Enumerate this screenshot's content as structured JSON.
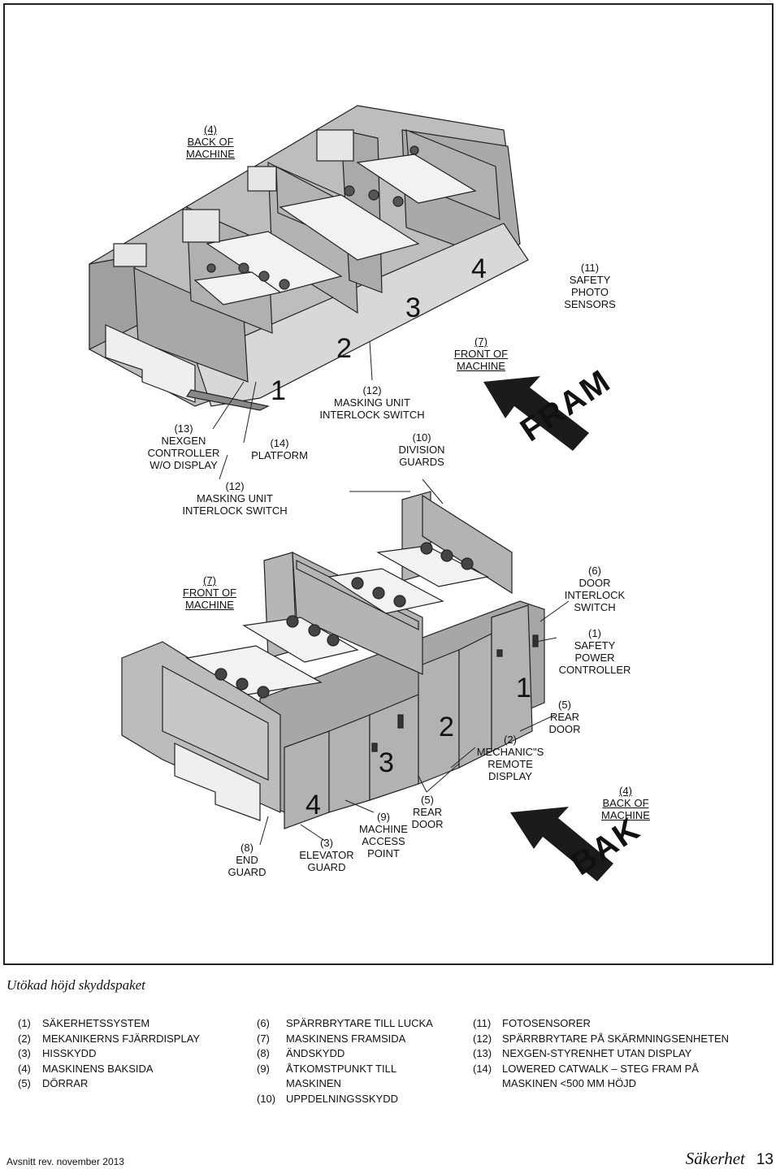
{
  "callouts": {
    "top_back": "(4)\nBACK OF\nMACHINE",
    "top_safety_photo": "(11)\nSAFETY\nPHOTO\nSENSORS",
    "top_front": "(7)\nFRONT OF\nMACHINE",
    "top_masking_switch_a": "(12)\nMASKING UNIT\nINTERLOCK SWITCH",
    "top_nexgen": "(13)\nNEXGEN\nCONTROLLER\nW/O DISPLAY",
    "top_platform": "(14)\nPLATFORM",
    "top_division": "(10)\nDIVISION\nGUARDS",
    "top_masking_switch_b": "(12)\nMASKING UNIT\nINTERLOCK SWITCH",
    "bot_front": "(7)\nFRONT OF\nMACHINE",
    "bot_door_interlock": "(6)\nDOOR\nINTERLOCK\nSWITCH",
    "bot_safety_power": "(1)\nSAFETY\nPOWER\nCONTROLLER",
    "bot_rear_door_a": "(5)\nREAR\nDOOR",
    "bot_mechanic": "(2)\nMECHANIC\"S\nREMOTE\nDISPLAY",
    "bot_back": "(4)\nBACK OF\nMACHINE",
    "bot_rear_door_b": "(5)\nREAR\nDOOR",
    "bot_machine_access": "(9)\nMACHINE\nACCESS\nPOINT",
    "bot_elevator": "(3)\nELEVATOR\nGUARD",
    "bot_end_guard": "(8)\nEND\nGUARD"
  },
  "top_numbers": [
    "1",
    "2",
    "3",
    "4"
  ],
  "bottom_numbers": [
    "1",
    "2",
    "3",
    "4"
  ],
  "direction_words": {
    "front": "FRAM",
    "back": "BAK"
  },
  "caption": "Utökad höjd skyddspaket",
  "legend": {
    "col1": [
      {
        "num": "(1)",
        "text": "SÄKERHETSSYSTEM"
      },
      {
        "num": "(2)",
        "text": "MEKANIKERNS FJÄRRDISPLAY"
      },
      {
        "num": "(3)",
        "text": "HISSKYDD"
      },
      {
        "num": "(4)",
        "text": "MASKINENS BAKSIDA"
      },
      {
        "num": "(5)",
        "text": "DÖRRAR"
      }
    ],
    "col2": [
      {
        "num": "(6)",
        "text": "SPÄRRBRYTARE TILL LUCKA"
      },
      {
        "num": "(7)",
        "text": "MASKINENS FRAMSIDA"
      },
      {
        "num": "(8)",
        "text": "ÄNDSKYDD"
      },
      {
        "num": "(9)",
        "text": "ÅTKOMSTPUNKT TILL\nMASKINEN"
      },
      {
        "num": "(10)",
        "text": "UPPDELNINGSSKYDD"
      }
    ],
    "col3": [
      {
        "num": "(11)",
        "text": "FOTOSENSORER"
      },
      {
        "num": "(12)",
        "text": "SPÄRRBRYTARE PÅ SKÄRMNINGSENHETEN"
      },
      {
        "num": "(13)",
        "text": "NEXGEN-STYRENHET UTAN DISPLAY"
      },
      {
        "num": "(14)",
        "text": "LOWERED CATWALK – STEG FRAM PÅ\nMASKINEN <500 MM HÖJD"
      }
    ]
  },
  "footer": {
    "revision": "Avsnitt rev. november 2013",
    "section": "Säkerhet",
    "page": "13"
  }
}
